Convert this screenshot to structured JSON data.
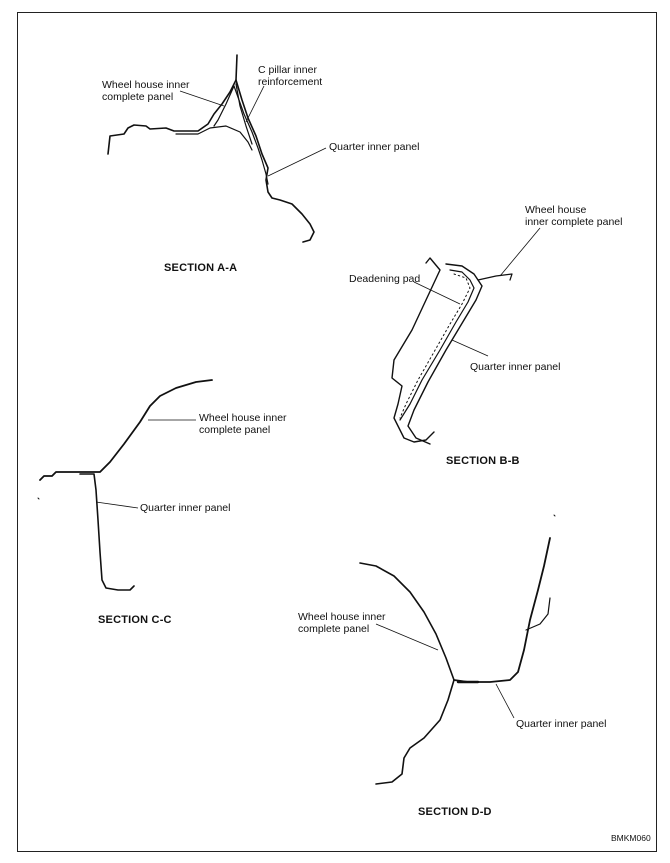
{
  "sections": {
    "aa": {
      "title": "SECTION A-A",
      "labels": {
        "wheel_house": "Wheel house inner\ncomplete panel",
        "c_pillar": "C pillar inner\nreinforcement",
        "quarter": "Quarter inner panel"
      }
    },
    "bb": {
      "title": "SECTION B-B",
      "labels": {
        "wheel_house": "Wheel house\ninner complete panel",
        "deadening": "Deadening pad",
        "quarter": "Quarter inner panel"
      }
    },
    "cc": {
      "title": "SECTION C-C",
      "labels": {
        "wheel_house": "Wheel house inner\ncomplete panel",
        "quarter": "Quarter inner panel"
      }
    },
    "dd": {
      "title": "SECTION D-D",
      "labels": {
        "wheel_house": "Wheel house inner\ncomplete panel",
        "quarter": "Quarter inner panel"
      }
    }
  },
  "figure_code": "BMKM060"
}
